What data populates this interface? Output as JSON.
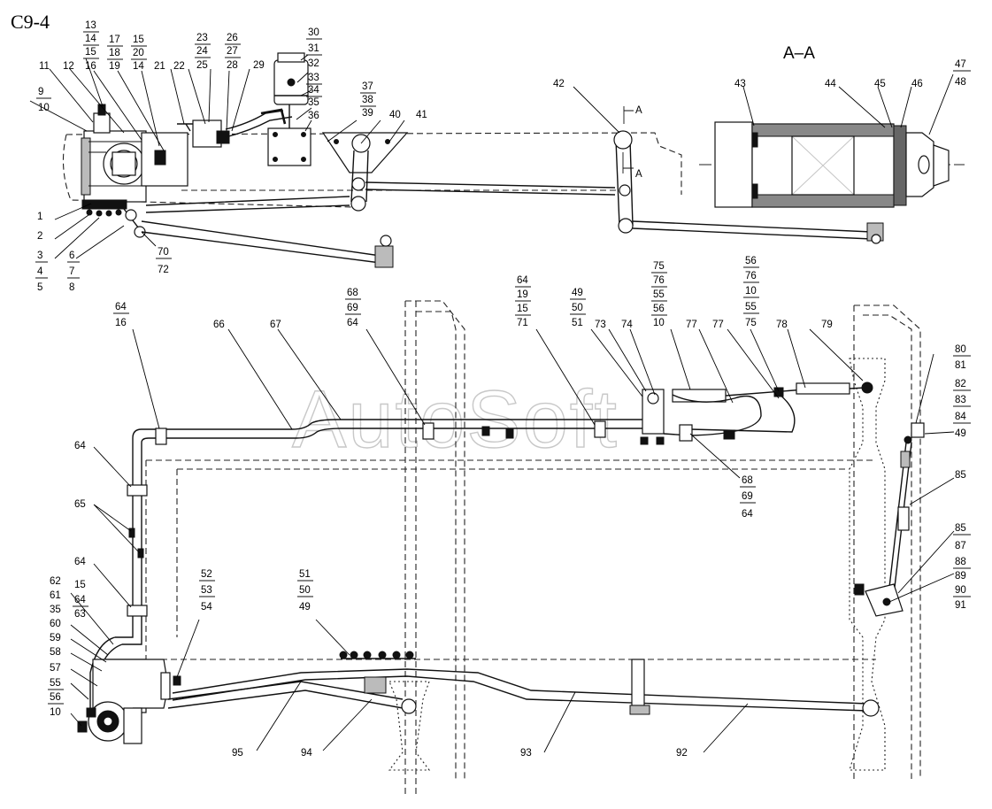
{
  "page_title": "C9-4",
  "section_title": "A–A",
  "section_marker": "A",
  "watermark": "AutoSoft",
  "callouts": {
    "c1": "1",
    "c2": "2",
    "c3": "3",
    "c4": "4",
    "c5": "5",
    "c6": "6",
    "c7": "7",
    "c8": "8",
    "c9": "9",
    "c10": "10",
    "c11": "11",
    "c12": "12",
    "c13": "13",
    "c14": "14",
    "c15": "15",
    "c16": "16",
    "c17": "17",
    "c18": "18",
    "c19": "19",
    "c15b": "15",
    "c20": "20",
    "c14b": "14",
    "c21": "21",
    "c22": "22",
    "c23": "23",
    "c24": "24",
    "c25": "25",
    "c26": "26",
    "c27": "27",
    "c28": "28",
    "c29": "29",
    "c30": "30",
    "c31": "31",
    "c32": "32",
    "c33": "33",
    "c34": "34",
    "c35": "35",
    "c36": "36",
    "c37": "37",
    "c38": "38",
    "c39": "39",
    "c40": "40",
    "c41": "41",
    "c42": "42",
    "c43": "43",
    "c44": "44",
    "c45": "45",
    "c46": "46",
    "c47": "47",
    "c48": "48",
    "c70": "70",
    "c72": "72",
    "s64a": "64",
    "s16a": "16",
    "c66": "66",
    "c67": "67",
    "s68a": "68",
    "s69a": "69",
    "s64b": "64",
    "s64c": "64",
    "s19c": "19",
    "s15c": "15",
    "s71c": "71",
    "s49d": "49",
    "s50d": "50",
    "s51d": "51",
    "c73": "73",
    "c74": "74",
    "s75e": "75",
    "s76e": "76",
    "s55e": "55",
    "s56e": "56",
    "s10e": "10",
    "c77a": "77",
    "c77b": "77",
    "s56f": "56",
    "s76f": "76",
    "s10f": "10",
    "s55f": "55",
    "s75f": "75",
    "c78": "78",
    "c79": "79",
    "s80": "80",
    "s81": "81",
    "s82": "82",
    "s83": "83",
    "s84": "84",
    "s49g": "49",
    "c85a": "85",
    "c85b": "85",
    "s87": "87",
    "s88": "88",
    "s89": "89",
    "s90": "90",
    "s91": "91",
    "s68h": "68",
    "s69h": "69",
    "s64h": "64",
    "c64l1": "64",
    "c65": "65",
    "c64l2": "64",
    "c15l": "15",
    "c62": "62",
    "c61": "61",
    "c35l": "35",
    "s64l": "64",
    "s63l": "63",
    "c60": "60",
    "c59": "59",
    "c58": "58",
    "c57": "57",
    "s55l": "55",
    "s56l": "56",
    "s10l": "10",
    "s52": "52",
    "s53": "53",
    "s54": "54",
    "s51m": "51",
    "s50m": "50",
    "s49m": "49",
    "c95": "95",
    "c94": "94",
    "c93": "93",
    "c92": "92"
  }
}
